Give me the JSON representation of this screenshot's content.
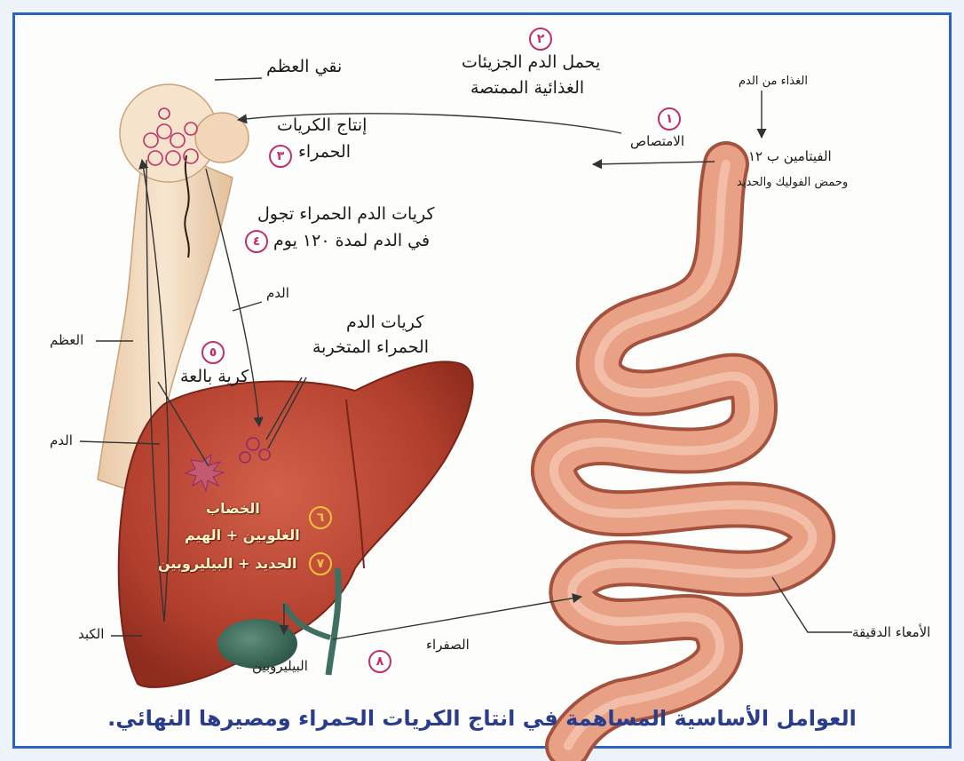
{
  "labels": {
    "bone_marrow": "نقي العظم",
    "rbc_production": "إنتاج الكريات",
    "rbc_production_2": "الحمراء",
    "blood_carries": "يحمل الدم الجزيئات",
    "blood_carries_2": "الغذائية الممتصة",
    "food_from_blood": "الغذاء من الدم",
    "absorption": "الامتصاص",
    "vitamin": "الفيتامين ب ١٢",
    "folic_iron": "وحمض الفوليك والحديد",
    "rbc_circulate": "كريات الدم الحمراء تجول",
    "rbc_circulate_2": "في الدم لمدة ١٢٠ يوم",
    "blood_top": "الدم",
    "bone": "العظم",
    "degenerate_rbc": "كريات الدم",
    "degenerate_rbc_2": "الحمراء المتخربة",
    "phagocyte": "كرية بالعة",
    "blood_left": "الدم",
    "liver": "الكبد",
    "bilirubin": "البيليروبين",
    "bile": "الصفراء",
    "small_intestine": "الأمعاء الدقيقة",
    "liver_text_1": "الخضاب",
    "liver_text_2": "الغلوبين + الهيم",
    "liver_text_3": "الحديد + البيليروبين"
  },
  "numbers": {
    "n1": "١",
    "n2": "٢",
    "n3": "٣",
    "n4": "٤",
    "n5": "٥",
    "n6": "٦",
    "n7": "٧",
    "n8": "٨"
  },
  "caption": "العوامل الأساسية المساهمة في انتاج الكريات الحمراء ومصيرها النهائي.",
  "colors": {
    "frame_border": "#2d62c3",
    "caption": "#2a3c8c",
    "number_circle": "#c0306a",
    "liver": "#b8432f",
    "intestine": "#e79a7e",
    "bone": "#f3dcc0"
  }
}
